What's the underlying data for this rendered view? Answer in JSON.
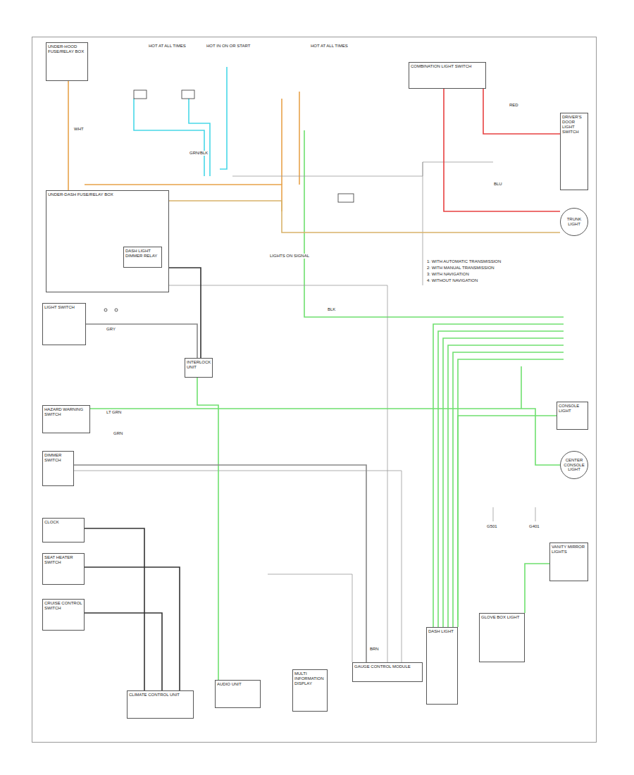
{
  "diagram": {
    "nodes": [
      {
        "text": [
          "UNDER-DASH FUSE/RELAY BOX"
        ]
      },
      {
        "text": [
          "DASH LIGHT DIMMER RELAY"
        ],
        "in": 0
      },
      {
        "text": [
          "UNDER-HOOD FUSE/RELAY BOX"
        ]
      },
      {
        "text": [
          "COMBINATION LIGHT SWITCH"
        ]
      },
      {
        "text": [
          "DRIVER'S DOOR LIGHT SWITCH"
        ]
      },
      {
        "text": [
          "TRUNK LIGHT"
        ]
      },
      {
        "text": [
          "LIGHT SWITCH"
        ]
      },
      {
        "text": [
          "INTERLOCK UNIT"
        ]
      },
      {
        "text": [
          "HAZARD WARNING SWITCH"
        ]
      },
      {
        "text": [
          "DIMMER SWITCH"
        ]
      },
      {
        "text": [
          "CLOCK"
        ]
      },
      {
        "text": [
          "SEAT HEATER SWITCH"
        ]
      },
      {
        "text": [
          "CRUISE CONTROL SWITCH"
        ]
      },
      {
        "text": [
          "CLIMATE CONTROL UNIT"
        ]
      },
      {
        "text": [
          "AUDIO UNIT"
        ]
      },
      {
        "text": [
          "MULTI INFORMATION DISPLAY"
        ]
      },
      {
        "text": [
          "GAUGE CONTROL MODULE"
        ]
      },
      {
        "text": [
          "DASH LIGHT"
        ]
      },
      {
        "text": [
          "GLOVE BOX LIGHT"
        ]
      },
      {
        "text": [
          "CONSOLE LIGHT"
        ]
      },
      {
        "text": [
          "CENTER CONSOLE LIGHT"
        ]
      },
      {
        "text": [
          "VANITY MIRROR LIGHTS"
        ]
      }
    ],
    "edges": [
      {
        "from": 2,
        "to": 0,
        "arrow": "none"
      },
      {
        "from": 0,
        "to": 5,
        "arrow": "none"
      },
      {
        "from": 3,
        "to": 4,
        "arrow": "none"
      },
      {
        "from": 3,
        "to": 5,
        "arrow": "none"
      },
      {
        "from": 6,
        "to": 7,
        "arrow": "none"
      },
      {
        "from": 0,
        "to": 7,
        "arrow": "none"
      },
      {
        "from": 7,
        "to": 14,
        "arrow": "none"
      },
      {
        "from": 8,
        "to": 20,
        "arrow": "none"
      },
      {
        "from": 9,
        "to": 16,
        "arrow": "none"
      },
      {
        "from": 19,
        "to": 17,
        "arrow": "none"
      },
      {
        "from": 21,
        "to": 18,
        "arrow": "none"
      },
      {
        "from": 11,
        "to": 13,
        "arrow": "none"
      },
      {
        "from": 12,
        "to": 13,
        "arrow": "none"
      },
      {
        "from": 10,
        "to": 13,
        "arrow": "none"
      }
    ],
    "labels": [
      "HOT AT ALL TIMES",
      "HOT IN ON OR START",
      "HOT AT ALL TIMES",
      "WHT",
      "GRN/BLK",
      "RED",
      "BLU",
      "BLK",
      "GRY",
      "LT GRN",
      "GRN",
      "BRN",
      "G501",
      "G401",
      "1: WITH AUTOMATIC TRANSMISSION",
      "2: WITH MANUAL TRANSMISSION",
      "3: WITH NAVIGATION",
      "4: WITHOUT NAVIGATION",
      "LIGHTS ON SIGNAL"
    ]
  }
}
